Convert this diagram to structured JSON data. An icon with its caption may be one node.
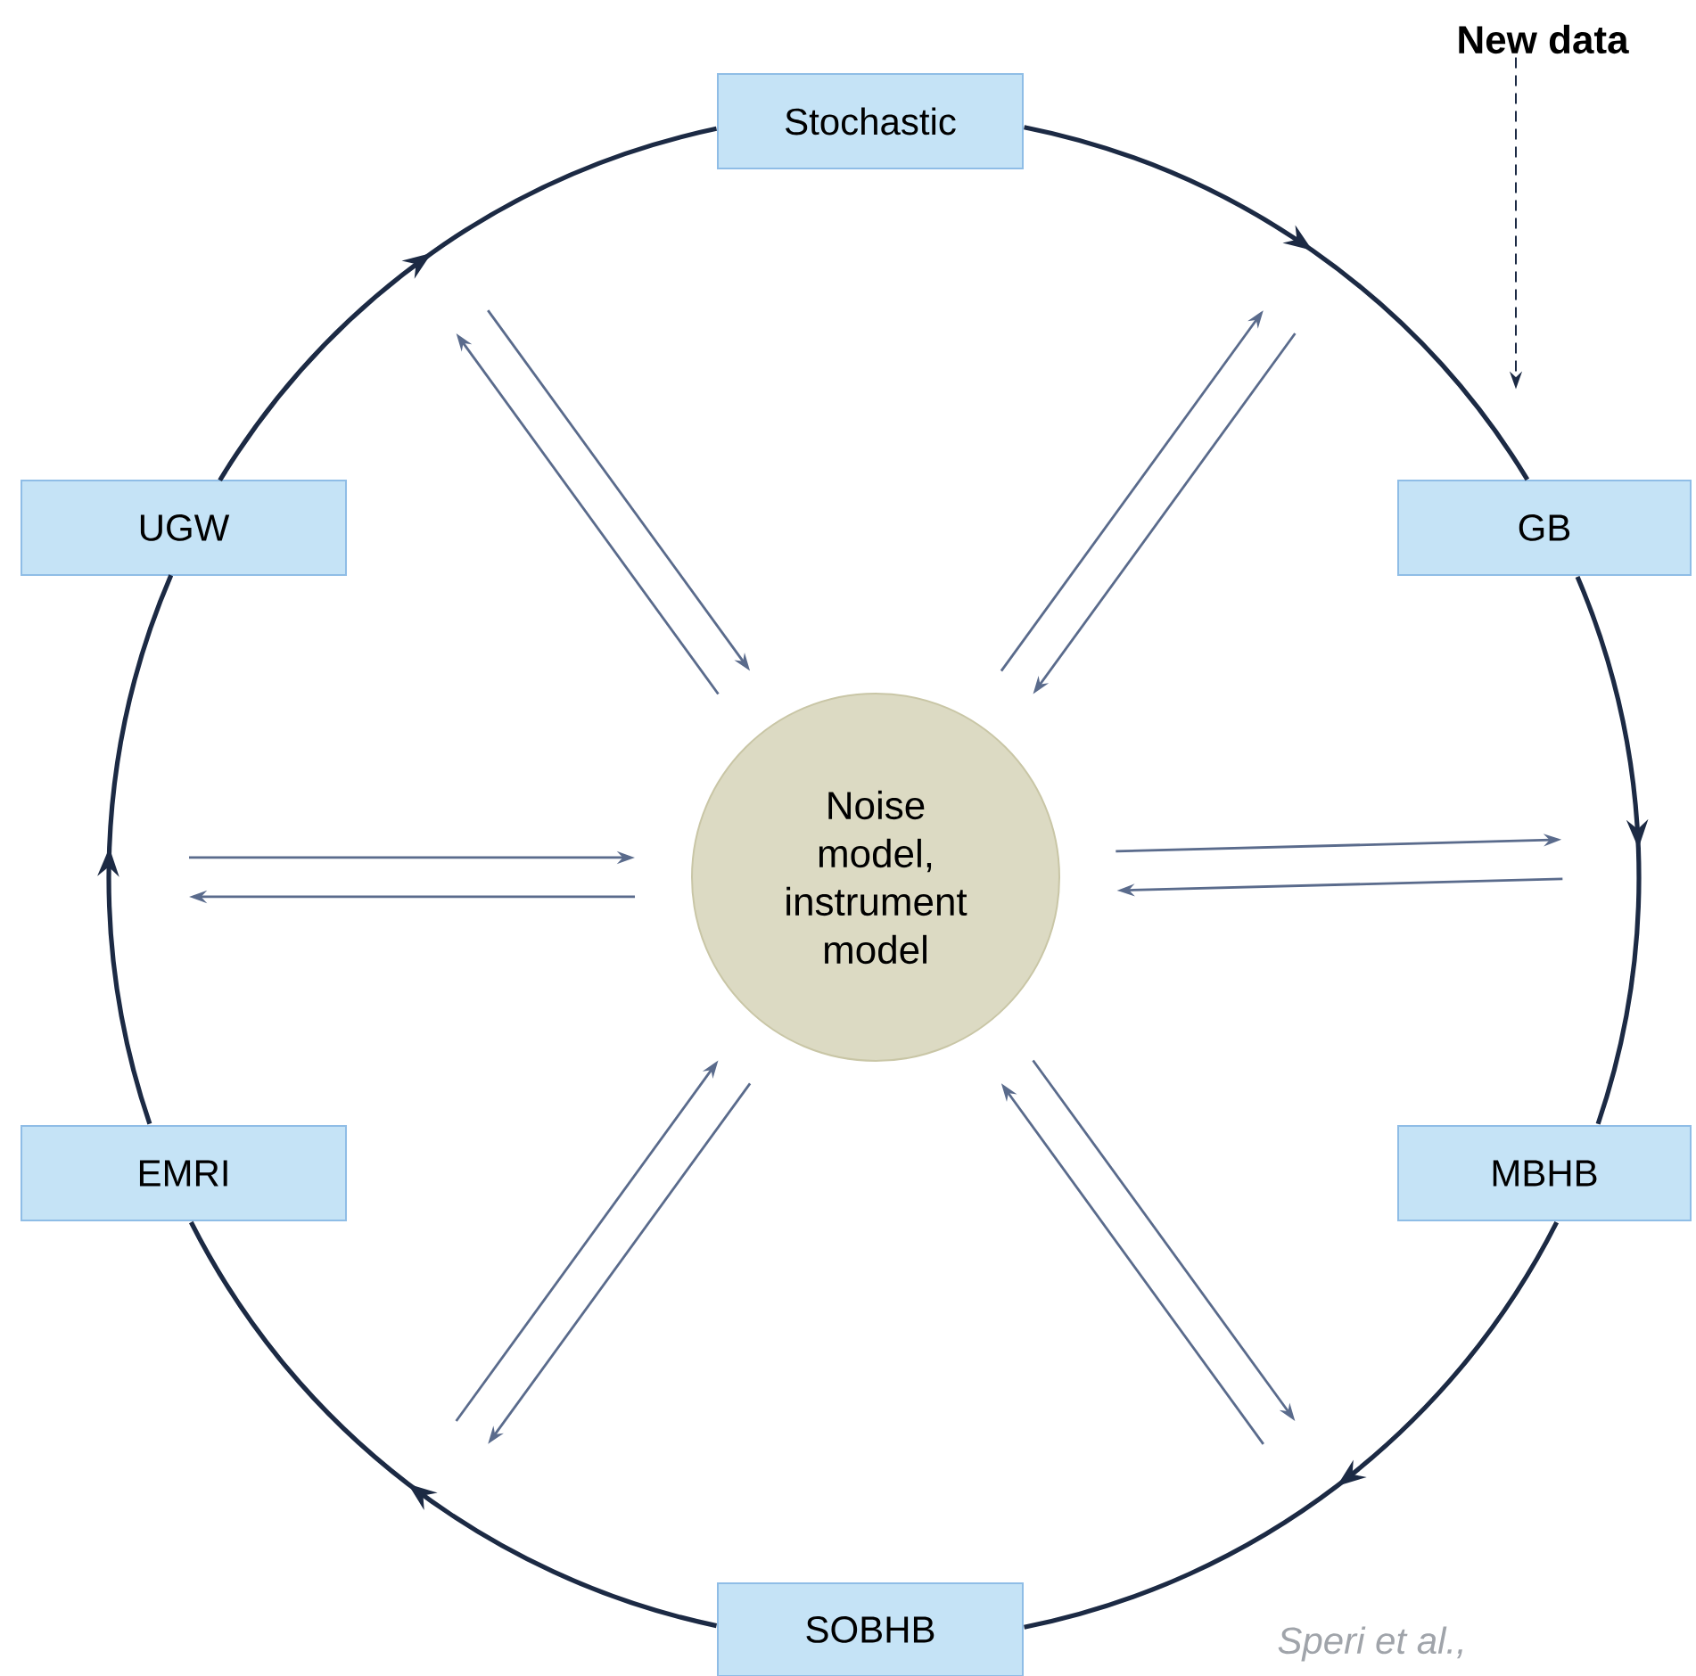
{
  "diagram": {
    "nodes": [
      {
        "text": [
          "Stochastic"
        ]
      },
      {
        "text": [
          "GB"
        ]
      },
      {
        "text": [
          "MBHB"
        ]
      },
      {
        "text": [
          "SOBHB"
        ]
      },
      {
        "text": [
          "EMRI"
        ]
      },
      {
        "text": [
          "UGW"
        ]
      },
      {
        "text": [
          "Noise model, instrument model"
        ]
      },
      {
        "text": [
          "New data"
        ]
      }
    ],
    "edges": [
      {
        "from": 0,
        "to": 1,
        "arrow": "to"
      },
      {
        "from": 1,
        "to": 2,
        "arrow": "to"
      },
      {
        "from": 2,
        "to": 3,
        "arrow": "to"
      },
      {
        "from": 3,
        "to": 4,
        "arrow": "to"
      },
      {
        "from": 4,
        "to": 5,
        "arrow": "to"
      },
      {
        "from": 5,
        "to": 0,
        "arrow": "to"
      },
      {
        "from": 6,
        "to": null,
        "arrow": "to"
      },
      {
        "from": null,
        "to": 6,
        "arrow": "to"
      },
      {
        "from": 6,
        "to": null,
        "arrow": "to"
      },
      {
        "from": null,
        "to": 6,
        "arrow": "to"
      },
      {
        "from": 6,
        "to": null,
        "arrow": "to"
      },
      {
        "from": null,
        "to": 6,
        "arrow": "to"
      },
      {
        "from": 6,
        "to": null,
        "arrow": "to"
      },
      {
        "from": null,
        "to": 6,
        "arrow": "to"
      },
      {
        "from": 6,
        "to": null,
        "arrow": "to"
      },
      {
        "from": null,
        "to": 6,
        "arrow": "to"
      },
      {
        "from": 6,
        "to": null,
        "arrow": "to"
      },
      {
        "from": null,
        "to": 6,
        "arrow": "to"
      },
      {
        "from": 7,
        "to": null,
        "arrow": "to",
        "style": "dashed"
      }
    ],
    "labels": [
      "Speri et al.,"
    ]
  }
}
